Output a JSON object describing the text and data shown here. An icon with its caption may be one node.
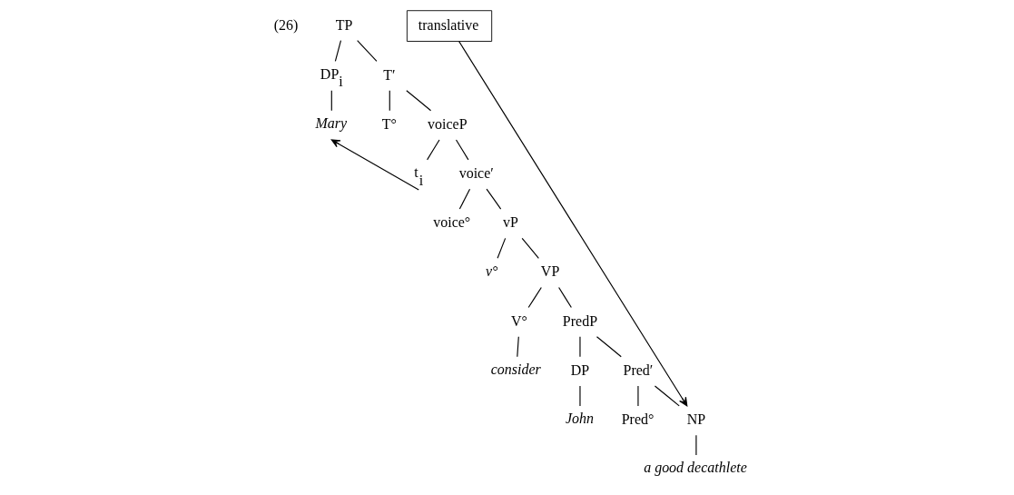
{
  "diagram": {
    "nodes": [
      {
        "text": [
          "TP"
        ]
      },
      {
        "text": [
          "DP$_{i}$"
        ]
      },
      {
        "text": [
          "T′"
        ]
      },
      {
        "text": [
          "Mary"
        ]
      },
      {
        "text": [
          "T°"
        ]
      },
      {
        "text": [
          "voiceP"
        ]
      },
      {
        "text": [
          "t$_{i}$"
        ]
      },
      {
        "text": [
          "voice′"
        ]
      },
      {
        "text": [
          "voice°"
        ]
      },
      {
        "text": [
          "vP"
        ]
      },
      {
        "text": [
          "v°"
        ]
      },
      {
        "text": [
          "VP"
        ]
      },
      {
        "text": [
          "V°"
        ]
      },
      {
        "text": [
          "PredP"
        ]
      },
      {
        "text": [
          "consider"
        ]
      },
      {
        "text": [
          "DP"
        ]
      },
      {
        "text": [
          "Pred′"
        ]
      },
      {
        "text": [
          "John"
        ]
      },
      {
        "text": [
          "Pred°"
        ]
      },
      {
        "text": [
          "NP"
        ]
      },
      {
        "text": [
          "a good decathlete"
        ]
      },
      {
        "text": [
          "translative"
        ]
      }
    ],
    "edges": [
      {
        "from": 0,
        "to": 1,
        "arrow": "none"
      },
      {
        "from": 0,
        "to": 2,
        "arrow": "none"
      },
      {
        "from": 1,
        "to": 3,
        "arrow": "none"
      },
      {
        "from": 2,
        "to": 4,
        "arrow": "none"
      },
      {
        "from": 2,
        "to": 5,
        "arrow": "none"
      },
      {
        "from": 5,
        "to": 6,
        "arrow": "none"
      },
      {
        "from": 5,
        "to": 7,
        "arrow": "none"
      },
      {
        "from": 6,
        "to": 3,
        "arrow": "to"
      },
      {
        "from": 7,
        "to": 8,
        "arrow": "none"
      },
      {
        "from": 7,
        "to": 9,
        "arrow": "none"
      },
      {
        "from": 9,
        "to": 10,
        "arrow": "none"
      },
      {
        "from": 9,
        "to": 11,
        "arrow": "none"
      },
      {
        "from": 11,
        "to": 12,
        "arrow": "none"
      },
      {
        "from": 11,
        "to": 13,
        "arrow": "none"
      },
      {
        "from": 12,
        "to": 14,
        "arrow": "none"
      },
      {
        "from": 13,
        "to": 15,
        "arrow": "none"
      },
      {
        "from": 13,
        "to": 16,
        "arrow": "none"
      },
      {
        "from": 15,
        "to": 17,
        "arrow": "none"
      },
      {
        "from": 16,
        "to": 18,
        "arrow": "none"
      },
      {
        "from": 16,
        "to": 19,
        "arrow": "none"
      },
      {
        "from": 19,
        "to": 20,
        "arrow": "none"
      },
      {
        "from": 21,
        "to": 19,
        "arrow": "to"
      }
    ],
    "labels": [
      "(26)"
    ]
  }
}
